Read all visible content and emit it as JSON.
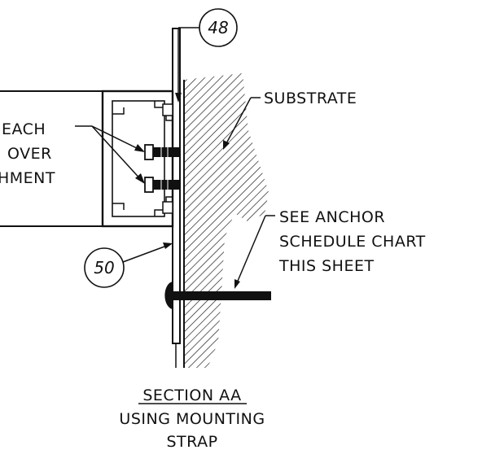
{
  "callouts": {
    "top": "48",
    "left": "50"
  },
  "labels": {
    "substrate": "SUBSTRATE",
    "anchor_line1": "SEE ANCHOR",
    "anchor_line2": "SCHEDULE CHART",
    "anchor_line3": "THIS SHEET",
    "left_line1": "EACH",
    "left_line2": "OVER",
    "left_line3": "HMENT"
  },
  "title": {
    "line1": "SECTION AA",
    "line2": "USING MOUNTING",
    "line3": "STRAP"
  },
  "colors": {
    "ink": "#111111",
    "background": "#ffffff"
  }
}
